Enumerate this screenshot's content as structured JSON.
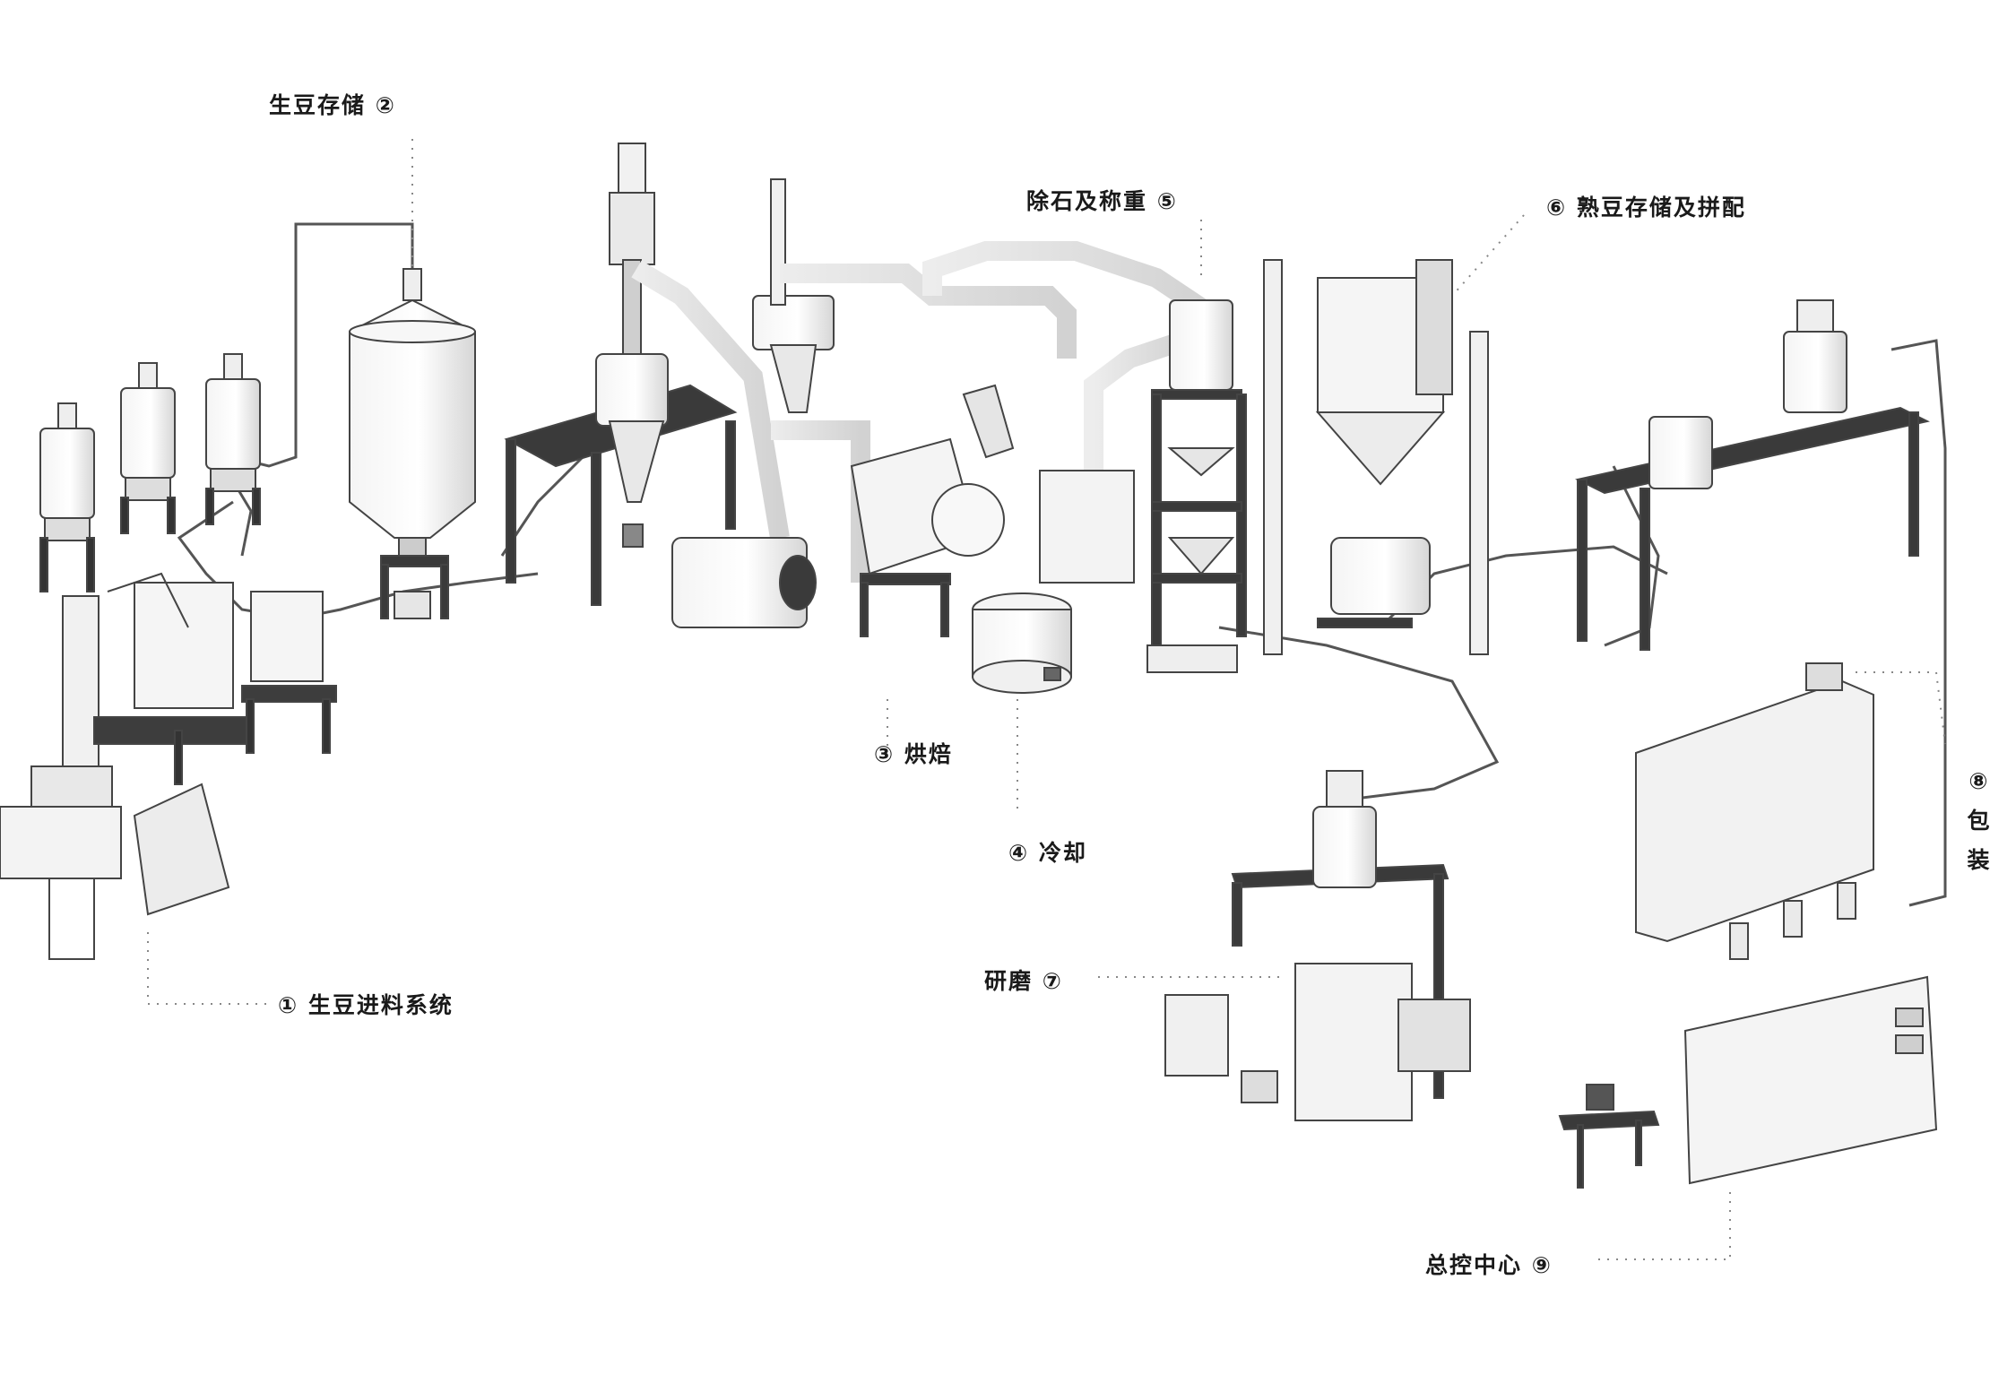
{
  "labels": {
    "s1": "① 生豆进料系统",
    "s2": "生豆存储 ②",
    "s3": "③ 烘焙",
    "s4": "④ 冷却",
    "s5": "除石及称重 ⑤",
    "s6": "⑥ 熟豆存储及拼配",
    "s7": "研磨 ⑦",
    "s8": [
      "⑧",
      "包",
      "装"
    ],
    "s9": "总控中心 ⑨"
  }
}
